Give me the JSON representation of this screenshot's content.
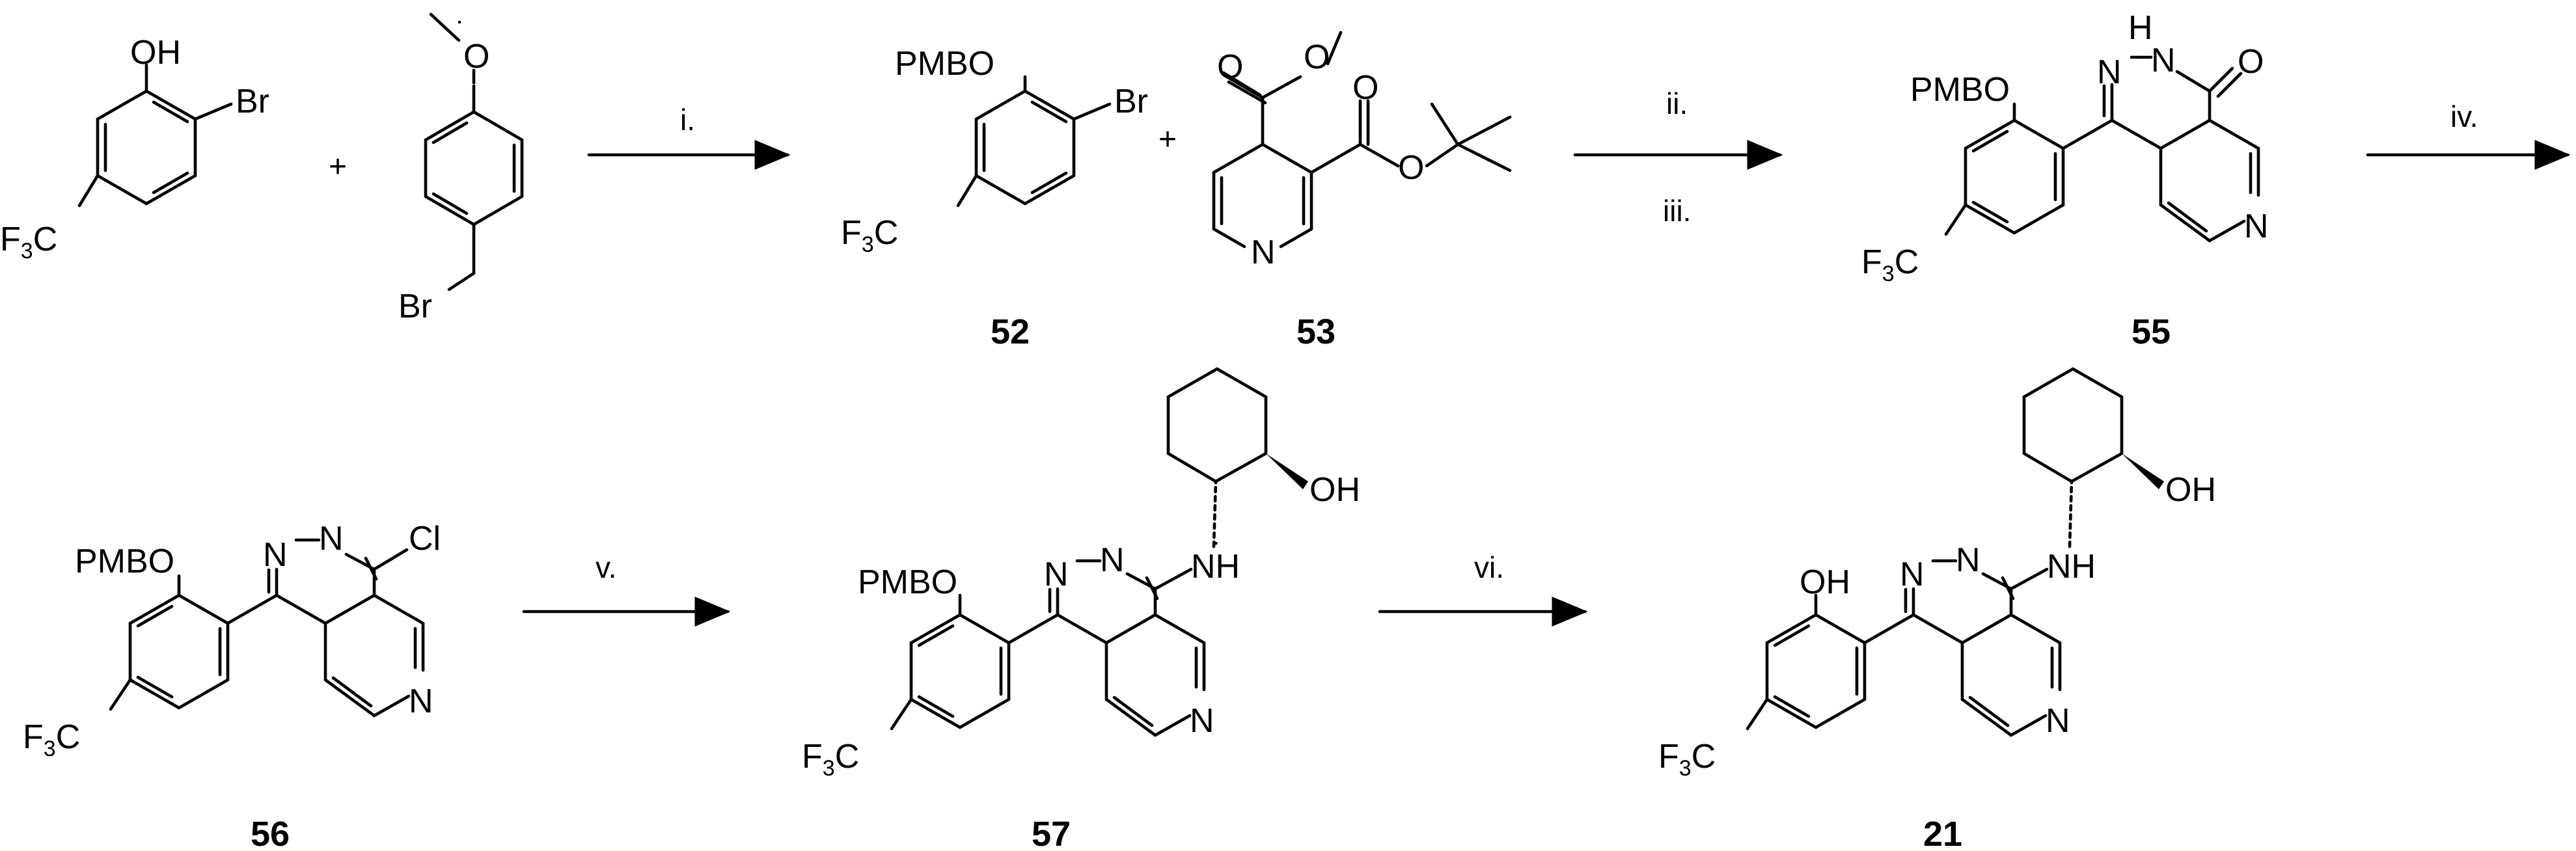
{
  "scheme": {
    "conditions": [
      "i.",
      "ii.",
      "iii.",
      "iv.",
      "v.",
      "vi."
    ],
    "compounds": [
      "52",
      "53",
      "55",
      "56",
      "57",
      "21"
    ],
    "plus": "+"
  },
  "atoms": {
    "oh": "OH",
    "br": "Br",
    "o": "O",
    "pmbo": "PMBO",
    "f3c_f": "F",
    "f3c_3": "3",
    "f3c_c": "C",
    "n": "N",
    "h": "H",
    "nh": "NH",
    "cl": "Cl"
  }
}
